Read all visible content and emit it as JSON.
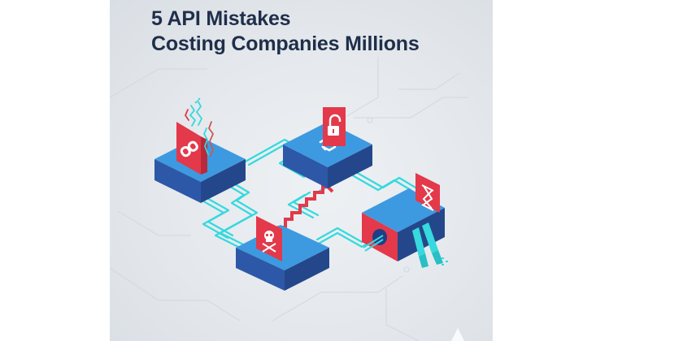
{
  "header": {
    "title_line1": "5 API Mistakes",
    "title_line2": "Costing Companies Millions"
  },
  "illustration": {
    "nodes": [
      {
        "id": "broken-link",
        "icon": "broken-link-icon"
      },
      {
        "id": "unlocked",
        "icon": "unlocked-padlock-icon",
        "secondary_icon": "sync-arrows-icon"
      },
      {
        "id": "hourglass",
        "icon": "hourglass-icon"
      },
      {
        "id": "skull",
        "icon": "skull-crossbones-icon"
      }
    ]
  },
  "colors": {
    "background": "#e4e8ec",
    "title": "#1f2f4a",
    "block_top": "#3d9ae0",
    "block_side": "#2d58a8",
    "block_side_dark": "#24478b",
    "flag_red": "#e3394a",
    "wire_cyan": "#35d9de"
  }
}
